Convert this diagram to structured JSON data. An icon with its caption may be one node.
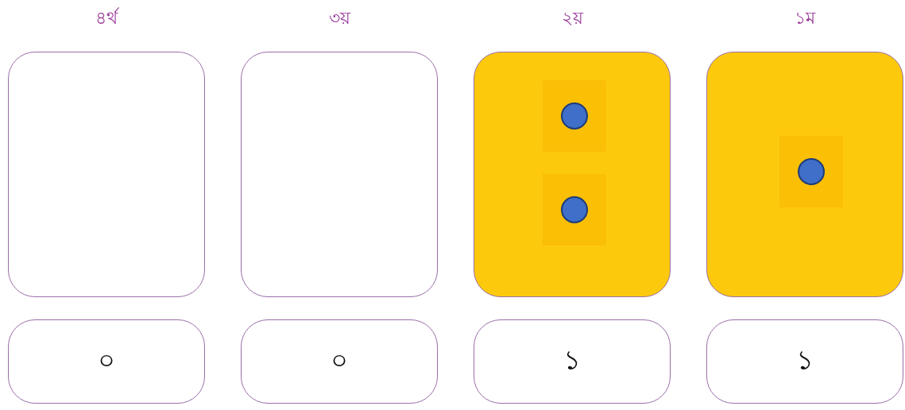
{
  "diagram": {
    "nodes": [
      {
        "text": [
          "৪র্থ"
        ]
      },
      {
        "text": [
          "৩য়"
        ]
      },
      {
        "text": [
          "২য়"
        ]
      },
      {
        "text": [],
        "shape": "circle",
        "in": 2
      },
      {
        "text": [],
        "shape": "circle",
        "in": 2
      },
      {
        "text": [
          "১ম"
        ]
      },
      {
        "text": [],
        "shape": "circle",
        "in": 5
      },
      {
        "text": [
          "০"
        ]
      },
      {
        "text": [
          "০"
        ]
      },
      {
        "text": [
          "১"
        ]
      },
      {
        "text": [
          "১"
        ]
      }
    ]
  }
}
